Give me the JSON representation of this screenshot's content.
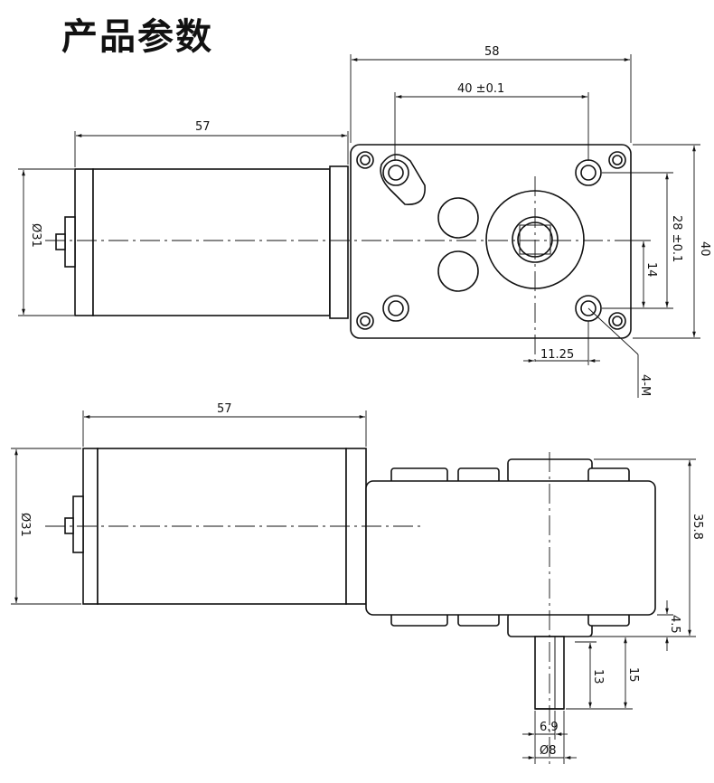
{
  "title": "产品参数",
  "top_view": {
    "dims": {
      "length_57": "57",
      "width_58": "58",
      "hole_spacing": "40 ±0.1",
      "diameter_31": "Ø31",
      "height_40": "40",
      "vertical_spacing": "28 ±0.1",
      "offset_14": "14",
      "offset_1125": "11.25",
      "holes": "4-M"
    }
  },
  "side_view": {
    "dims": {
      "length_57": "57",
      "diameter_31": "Ø31",
      "height_358": "35.8",
      "offset_45": "4.5",
      "shaft_13": "13",
      "shaft_15": "15",
      "flat_69": "6.9",
      "shaft_dia": "Ø8"
    }
  }
}
